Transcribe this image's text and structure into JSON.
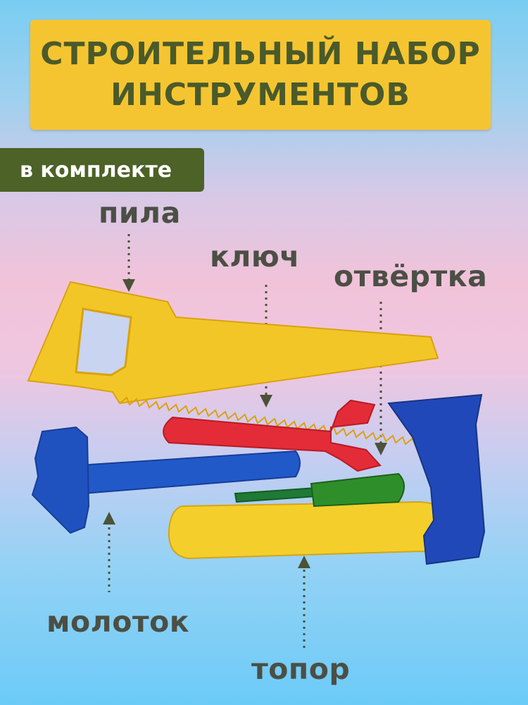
{
  "title": {
    "line1": "СТРОИТЕЛЬНЫЙ НАБОР",
    "line2": "ИНСТРУМЕНТОВ"
  },
  "badge": "в комплекте",
  "labels": {
    "saw": "пила",
    "wrench": "ключ",
    "screwdriver": "отвёртка",
    "hammer": "молоток",
    "axe": "топор"
  },
  "colors": {
    "title_bg": "#f5c531",
    "title_text": "#4a5a2a",
    "badge_bg": "#4c6227",
    "saw": "#f3c628",
    "wrench": "#e32c37",
    "screwdriver_handle": "#2e8f2a",
    "hammer": "#1f52bf",
    "axe_head": "#2148b8",
    "axe_handle": "#f4cf2c"
  }
}
